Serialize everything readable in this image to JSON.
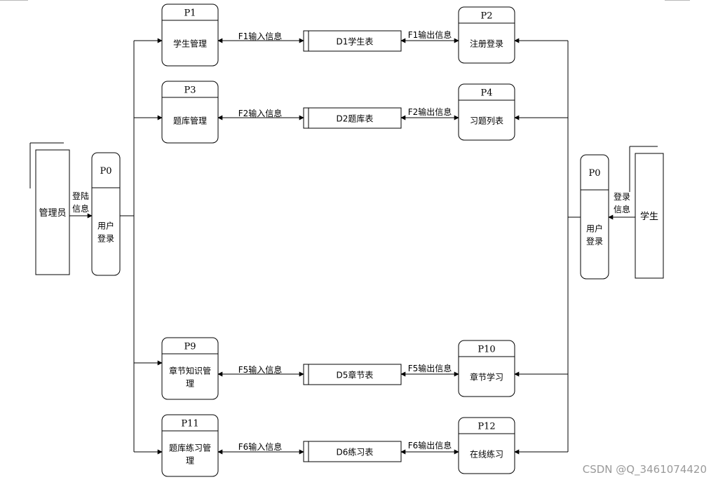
{
  "processes": [
    {
      "id": "admin-login",
      "pid": "P0",
      "lines": [
        "用户",
        "登录"
      ]
    },
    {
      "id": "student-login",
      "pid": "P0",
      "lines": [
        "用户",
        "登录"
      ]
    },
    {
      "id": "p1",
      "pid": "P1",
      "lines": [
        "学生管理"
      ]
    },
    {
      "id": "p2",
      "pid": "P2",
      "lines": [
        "注册登录"
      ]
    },
    {
      "id": "p3",
      "pid": "P3",
      "lines": [
        "题库管理"
      ]
    },
    {
      "id": "p4",
      "pid": "P4",
      "lines": [
        "习题列表"
      ]
    },
    {
      "id": "p9",
      "pid": "P9",
      "lines": [
        "章节知识管",
        "理"
      ]
    },
    {
      "id": "p10",
      "pid": "P10",
      "lines": [
        "章节学习"
      ]
    },
    {
      "id": "p11",
      "pid": "P11",
      "lines": [
        "题库练习管",
        "理"
      ]
    },
    {
      "id": "p12",
      "pid": "P12",
      "lines": [
        "在线练习"
      ]
    }
  ],
  "entities": [
    {
      "id": "admin",
      "label": "管理员"
    },
    {
      "id": "student",
      "label": "学生"
    }
  ],
  "stores": [
    {
      "id": "d1",
      "label": "D1学生表"
    },
    {
      "id": "d2",
      "label": "D2题库表"
    },
    {
      "id": "d5",
      "label": "D5章节表"
    },
    {
      "id": "d6",
      "label": "D6练习表"
    }
  ],
  "flows": [
    {
      "id": "admin-login-info",
      "lines": [
        "登陆",
        "信息"
      ]
    },
    {
      "id": "student-login-info",
      "lines": [
        "登录",
        "信息"
      ]
    },
    {
      "id": "f1-in",
      "label": "F1输入信息"
    },
    {
      "id": "f1-out",
      "label": "F1输出信息"
    },
    {
      "id": "f2-in",
      "label": "F2输入信息"
    },
    {
      "id": "f2-out",
      "label": "F2输出信息"
    },
    {
      "id": "f5-in",
      "label": "F5输入信息"
    },
    {
      "id": "f5-out",
      "label": "F5输出信息"
    },
    {
      "id": "f6-in",
      "label": "F6输入信息"
    },
    {
      "id": "f6-out",
      "label": "F6输出信息"
    }
  ],
  "watermark": "CSDN @Q_3461074420"
}
